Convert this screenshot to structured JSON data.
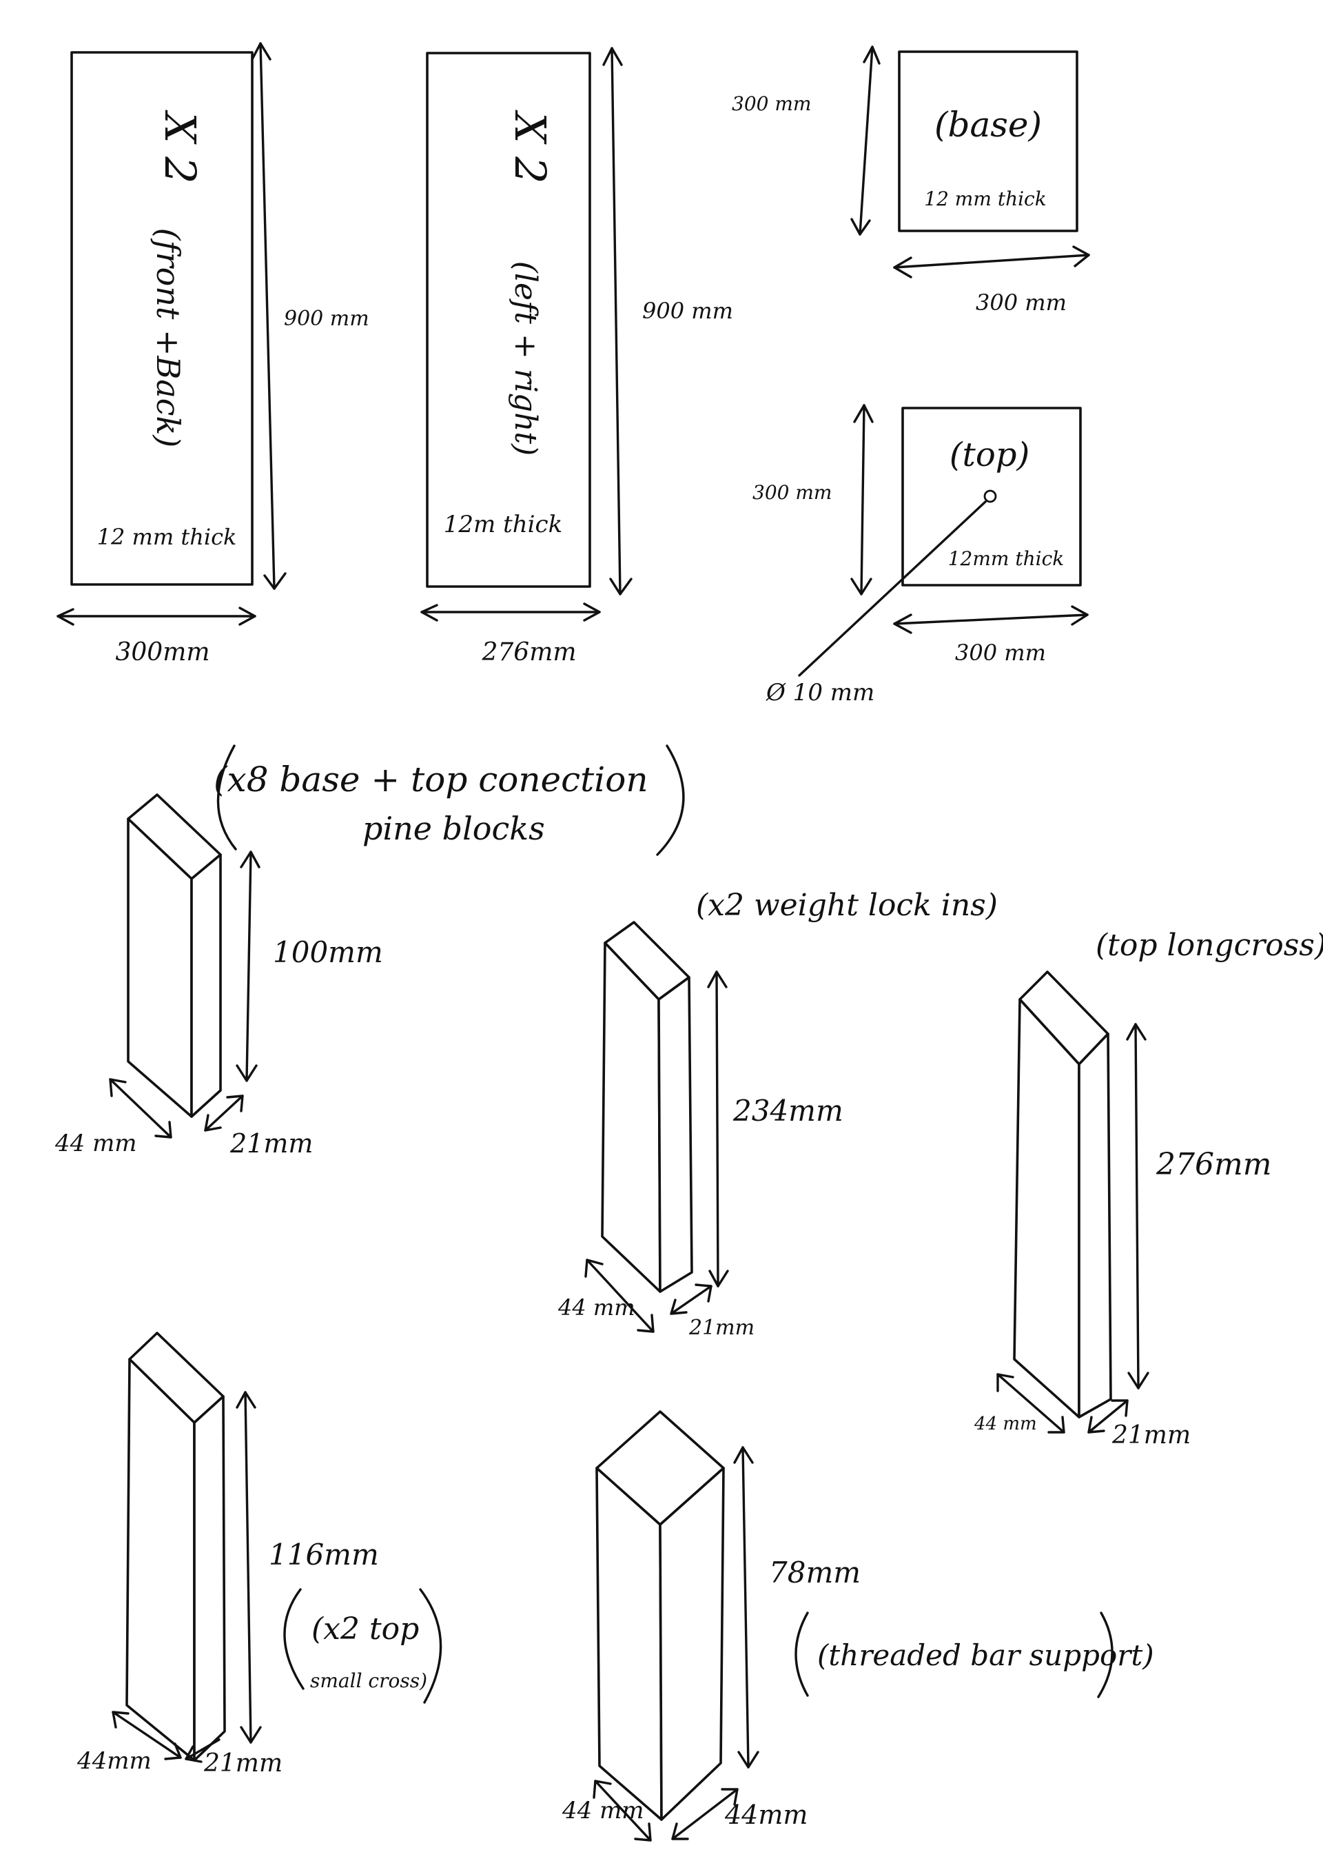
{
  "panels": {
    "front_back": {
      "qty": "X 2",
      "name": "(front +Back)",
      "thickness": "12 mm thick",
      "height": "900 mm",
      "width": "300mm"
    },
    "left_right": {
      "qty": "X 2",
      "name": "(left + right)",
      "thickness": "12m thick",
      "height": "900 mm",
      "width": "276mm"
    },
    "base": {
      "name": "(base)",
      "thickness": "12 mm thick",
      "height": "300 mm",
      "width": "300 mm"
    },
    "top": {
      "name": "(top)",
      "thickness": "12mm thick",
      "height": "300 mm",
      "width": "300 mm",
      "hole": "Ø 10 mm"
    }
  },
  "blocks": {
    "connection": {
      "caption_line1": "(x8 base + top conection",
      "caption_line2": "pine blocks",
      "length": "100mm",
      "depth": "44 mm",
      "width": "21mm"
    },
    "weight_lock": {
      "caption": "(x2 weight lock ins)",
      "length": "234mm",
      "depth": "44 mm",
      "width": "21mm"
    },
    "long_cross": {
      "caption": "(top longcross)",
      "length": "276mm",
      "depth": "44 mm",
      "width": "21mm"
    },
    "small_cross": {
      "caption_line1": "(x2 top",
      "caption_line2": "small cross)",
      "length": "116mm",
      "depth": "44mm",
      "width": "21mm"
    },
    "threaded_support": {
      "caption": "(threaded bar support)",
      "length": "78mm",
      "depth": "44 mm",
      "width": "44mm"
    }
  }
}
